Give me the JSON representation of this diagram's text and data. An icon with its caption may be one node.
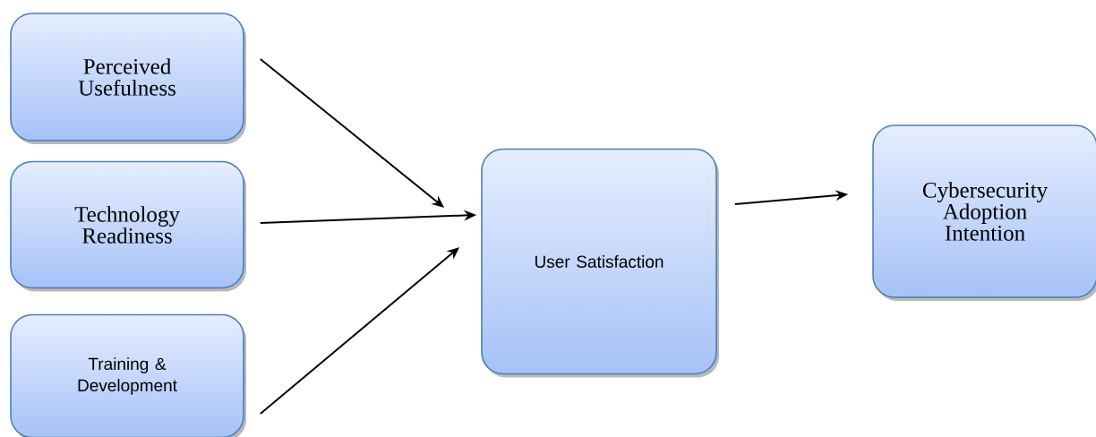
{
  "diagram": {
    "nodes": [
      {
        "text": [
          "Perceived Usefulness"
        ]
      },
      {
        "text": [
          "Technology Readiness"
        ]
      },
      {
        "text": [
          "Training & Development"
        ]
      },
      {
        "text": [
          "User Satisfaction"
        ]
      },
      {
        "text": [
          "Cybersecurity Adoption Intention"
        ]
      }
    ],
    "edges": [
      {
        "from": 0,
        "to": 3,
        "arrow": "to"
      },
      {
        "from": 1,
        "to": 3,
        "arrow": "to"
      },
      {
        "from": 2,
        "to": 3,
        "arrow": "to"
      },
      {
        "from": 3,
        "to": 4,
        "arrow": "to"
      }
    ]
  }
}
